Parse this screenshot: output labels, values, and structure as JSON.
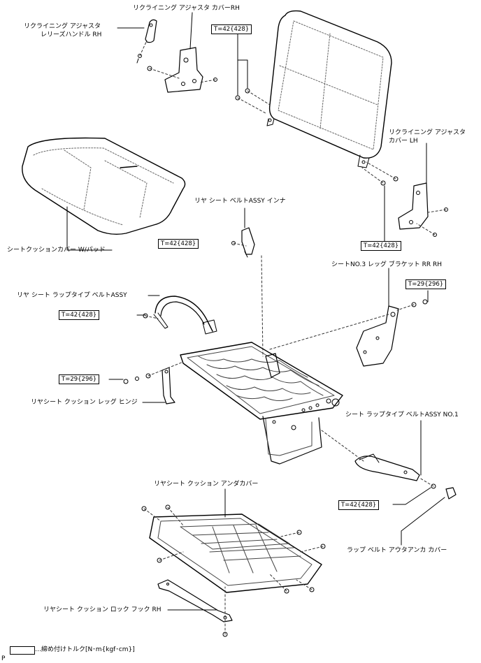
{
  "parts": {
    "recliner_cover_rh": "リクライニング アジャスタ カバーRH",
    "release_handle_rh_1": "リクライニング アジャスタ",
    "release_handle_rh_2": "レリーズハンドル RH",
    "recliner_cover_lh_1": "リクライニング アジャスタ",
    "recliner_cover_lh_2": "カバー LH",
    "cushion_cover": "シートクッションカバー W/パッド",
    "belt_inner": "リヤ シート ベルトASSY インナ",
    "lap_belt": "リヤ シート ラップタイプ ベルトASSY",
    "leg_bracket": "シートNO.3 レッグ ブラケット RR RH",
    "leg_hinge": "リヤシート クッション レッグ ヒンジ",
    "lap_belt_no1": "シート ラップタイプ ベルトASSY NO.1",
    "under_cover": "リヤシート クッション アンダカバー",
    "anchor_cover": "ラップ ベルト アウタアンカ カバー",
    "lock_hook": "リヤシート クッション ロック フック RH"
  },
  "torques": {
    "t1": "T=42{428}",
    "t2": "T=42{428}",
    "t3": "T=42{428}",
    "t4": "T=42{428}",
    "t5": "T=29{296}",
    "t6": "T=29{296}",
    "t7": "T=42{428}"
  },
  "legend": "…締め付けトルク[N･m{kgf･cm}]",
  "page_mark": "P"
}
